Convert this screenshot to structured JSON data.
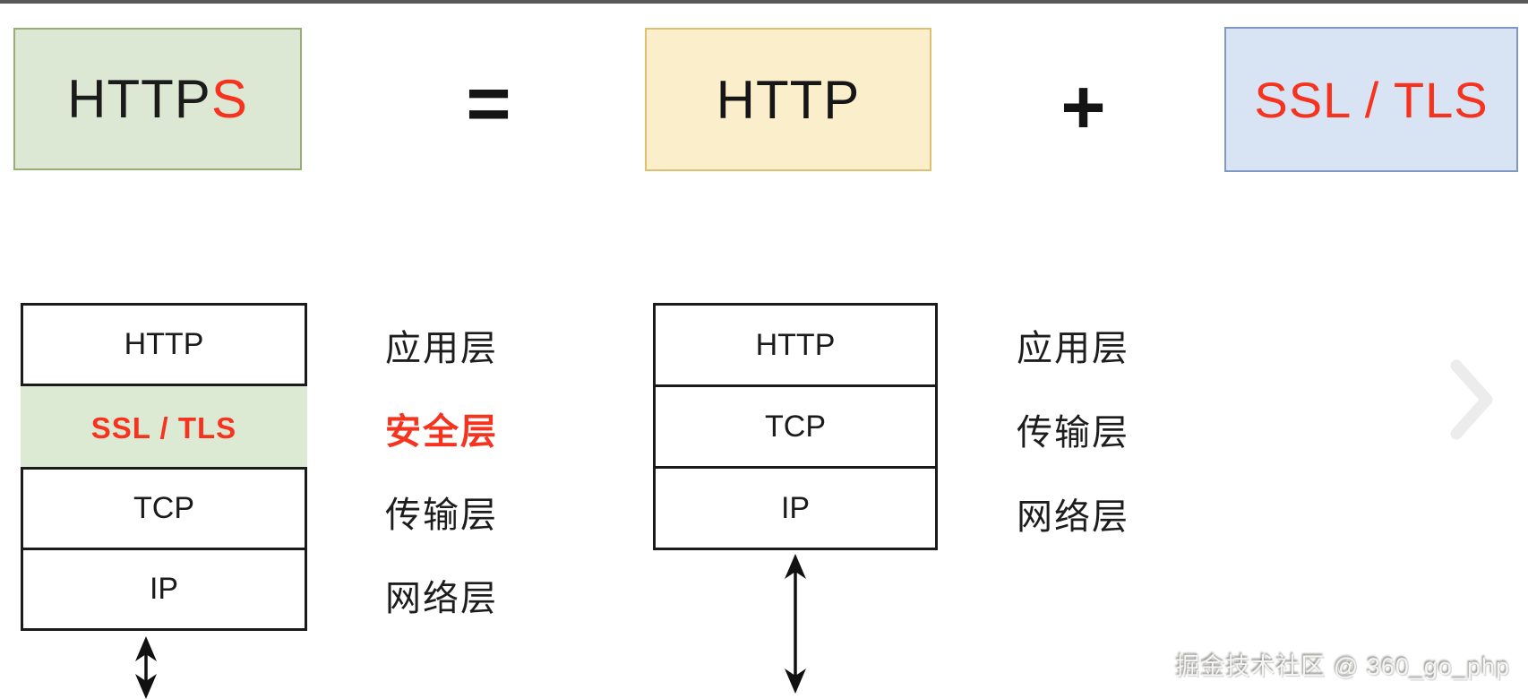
{
  "page": {
    "top_bar_color": "#595959",
    "background": "#ffffff"
  },
  "equation": {
    "https_box": {
      "text_main": "HTTP",
      "text_accent": "S",
      "bg": "#dce8d4",
      "border": "#94ae74"
    },
    "equals_sign": "=",
    "http_box": {
      "label": "HTTP",
      "bg": "#fbeecb",
      "border": "#dfbf72"
    },
    "plus_sign": "+",
    "ssl_box": {
      "label": "SSL / TLS",
      "bg": "#d8e4f4",
      "border": "#7e99c4",
      "text_color": "#f5331f"
    }
  },
  "https_stack": {
    "rows": [
      {
        "protocol": "HTTP",
        "layer": "应用层",
        "highlight": false
      },
      {
        "protocol": "SSL / TLS",
        "layer": "安全层",
        "highlight": true
      },
      {
        "protocol": "TCP",
        "layer": "传输层",
        "highlight": false
      },
      {
        "protocol": "IP",
        "layer": "网络层",
        "highlight": false
      }
    ],
    "highlight_bg": "#dcead3",
    "highlight_text_color": "#f5331f"
  },
  "http_stack": {
    "rows": [
      {
        "protocol": "HTTP",
        "layer": "应用层"
      },
      {
        "protocol": "TCP",
        "layer": "传输层"
      },
      {
        "protocol": "IP",
        "layer": "网络层"
      }
    ]
  },
  "icons": {
    "next_arrow": "chevron-right-icon",
    "stack_connector": "double-headed-vertical-arrow-icon"
  },
  "watermark": {
    "text": "掘金技术社区 @ 360_go_php"
  },
  "colors": {
    "accent_red": "#f5331f",
    "line_black": "#1b1b1b",
    "chevron_gray": "#ececec"
  }
}
